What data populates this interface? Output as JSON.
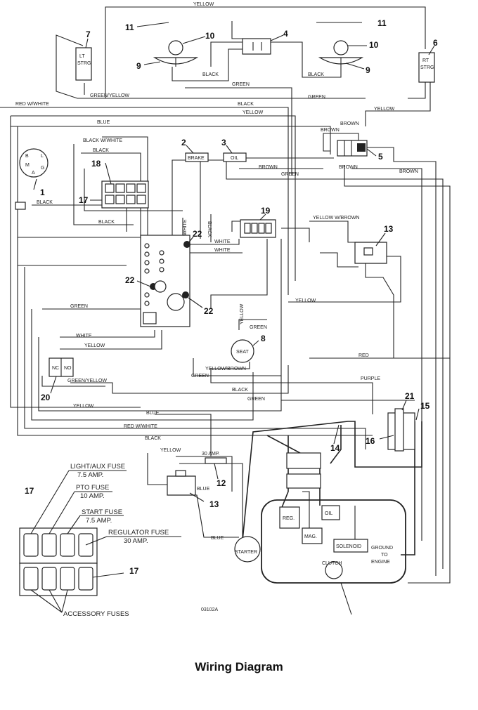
{
  "title": "Wiring Diagram",
  "figure_code": "03102A",
  "callouts": [
    "1",
    "2",
    "3",
    "4",
    "5",
    "6",
    "7",
    "8",
    "9",
    "10",
    "11",
    "12",
    "13",
    "14",
    "15",
    "16",
    "17",
    "18",
    "19",
    "20",
    "21",
    "22"
  ],
  "wire_labels": {
    "yellow": "YELLOW",
    "black": "BLACK",
    "green": "GREEN",
    "green_yellow": "GREEN/YELLOW",
    "red_white": "RED W/WHITE",
    "blue": "BLUE",
    "black_white": "BLACK W/WHITE",
    "brown": "BROWN",
    "white": "WHITE",
    "yellow_brown": "YELLOW W/BROWN",
    "yellow_brown_2": "YELLOW/BROWN",
    "red": "RED",
    "purple": "PURPLE",
    "green_yellow_2": "GREEN/YELLOW"
  },
  "components": {
    "lt_strg": [
      "LT",
      "STRG"
    ],
    "rt_strg": [
      "RT",
      "STRG"
    ],
    "brake": "BRAKE",
    "oil": "OIL",
    "seat": "SEAT",
    "nc": "NC",
    "no": "NO",
    "amp30": "30 AMP.",
    "reg": "REG.",
    "oil2": "OIL",
    "mag": "MAG.",
    "solenoid": "SOLENOID",
    "starter": "STARTER",
    "clutch": "CLUTCH",
    "ground": [
      "GROUND",
      "TO",
      "ENGINE"
    ],
    "key_pins": [
      "B",
      "M",
      "L",
      "G",
      "A"
    ]
  },
  "fuse_labels": {
    "light_aux": "LIGHT/AUX FUSE",
    "light_aux_amp": "7.5 AMP.",
    "pto": "PTO FUSE",
    "pto_amp": "10 AMP.",
    "start": "START FUSE",
    "start_amp": "7.5 AMP.",
    "regulator": "REGULATOR FUSE",
    "regulator_amp": "30 AMP.",
    "accessory": "ACCESSORY FUSES"
  }
}
